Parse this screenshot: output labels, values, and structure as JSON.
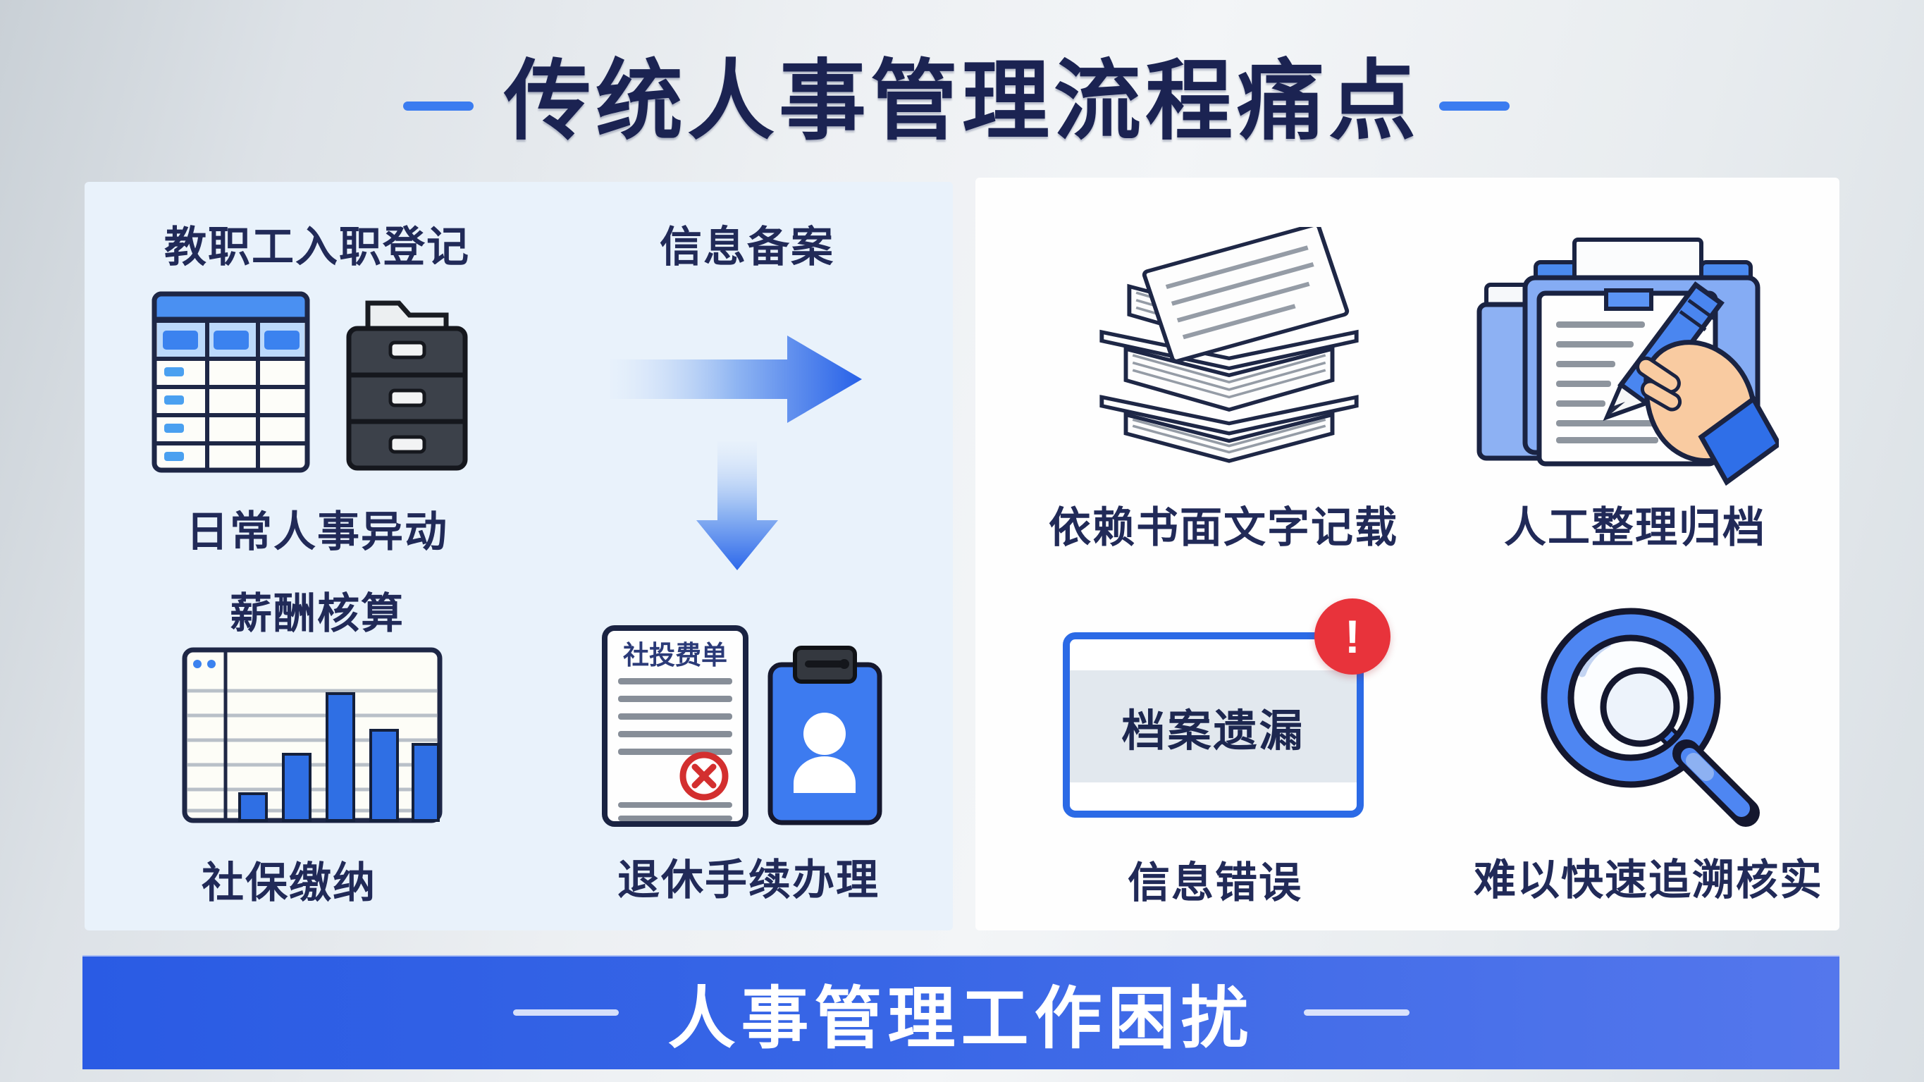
{
  "title": {
    "text": "传统人事管理流程痛点"
  },
  "left_panel": {
    "steps": {
      "onboarding": "教职工入职登记",
      "filing": "信息备案",
      "daily_change": "日常人事异动",
      "payroll": "薪酬核算",
      "social_security": "社保缴纳",
      "retirement": "退休手续办理"
    },
    "doc_sheet_title": "社投费单"
  },
  "right_panel": {
    "pain_points": {
      "paper_records": "依赖书面文字记载",
      "manual_archive": "人工整理归档",
      "info_error": "信息错误",
      "hard_to_trace": "难以快速追溯核实"
    },
    "alert_card": {
      "text": "档案遗漏",
      "badge": "!"
    }
  },
  "banner": {
    "text": "人事管理工作困扰"
  },
  "icons": {
    "left_panel": [
      "spreadsheet-table-icon",
      "filing-cabinet-icon",
      "arrow-right-icon",
      "arrow-down-icon",
      "bar-chart-icon",
      "rejected-document-icon",
      "id-clipboard-icon"
    ],
    "right_panel": [
      "paper-stack-icon",
      "folder-writing-icon",
      "alert-card-icon",
      "magnifier-icon"
    ]
  },
  "colors": {
    "accent_blue": "#2e63e6",
    "banner_blue": "#3866e6",
    "alert_red": "#e8333b",
    "navy_text": "#1b2352",
    "left_panel_bg": "#e9f2fb",
    "right_panel_bg": "#fefefe"
  }
}
